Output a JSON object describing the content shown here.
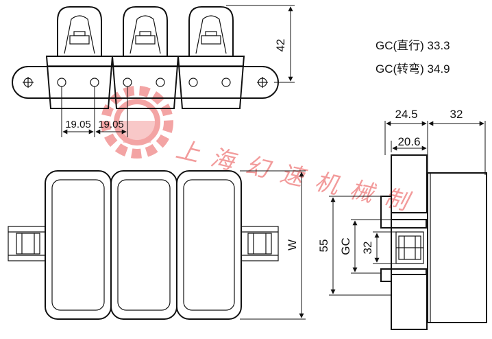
{
  "watermark": {
    "company_text": "上海幻速机械制",
    "logo": "gear-logo-icon"
  },
  "side_view": {
    "height_label": "42",
    "pitch_labels": [
      "19.05",
      "19.05"
    ]
  },
  "top_view": {
    "width_label": "W"
  },
  "gc_values": {
    "straight": "GC(直行) 33.3",
    "curved": "GC(转弯) 34.9"
  },
  "cross_section": {
    "top_dims": [
      "24.5",
      "32"
    ],
    "inner_dim": "20.6",
    "left_dims": [
      "55",
      "GC",
      "32"
    ]
  }
}
